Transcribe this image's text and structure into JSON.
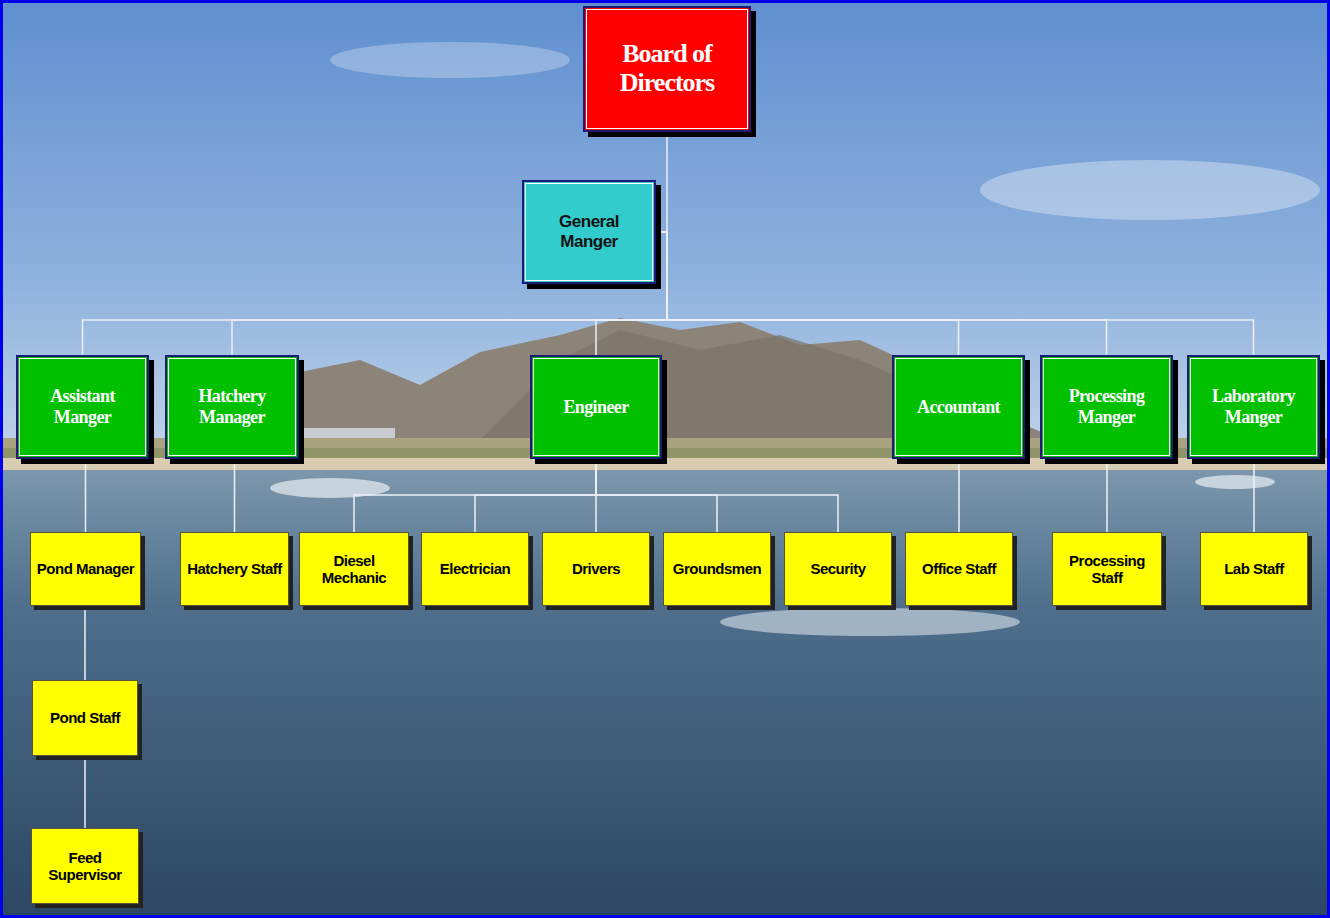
{
  "diagram": {
    "nodes": [
      {
        "text": [
          "Board of Directors"
        ]
      },
      {
        "text": [
          "General Manger"
        ]
      },
      {
        "text": [
          "Assistant Manger"
        ]
      },
      {
        "text": [
          "Hatchery Manager"
        ]
      },
      {
        "text": [
          "Engineer"
        ]
      },
      {
        "text": [
          "Accountant"
        ]
      },
      {
        "text": [
          "Processing Manger"
        ]
      },
      {
        "text": [
          "Laboratory Manger"
        ]
      },
      {
        "text": [
          "Pond Manager"
        ]
      },
      {
        "text": [
          "Hatchery Staff"
        ]
      },
      {
        "text": [
          "Diesel Mechanic"
        ]
      },
      {
        "text": [
          "Electrician"
        ]
      },
      {
        "text": [
          "Drivers"
        ]
      },
      {
        "text": [
          "Groundsmen"
        ]
      },
      {
        "text": [
          "Security"
        ]
      },
      {
        "text": [
          "Office Staff"
        ]
      },
      {
        "text": [
          "Processing Staff"
        ]
      },
      {
        "text": [
          "Lab Staff"
        ]
      },
      {
        "text": [
          "Pond Staff"
        ]
      },
      {
        "text": [
          "Feed Supervisor"
        ]
      }
    ],
    "edges": [
      {
        "from": 0,
        "to": 1,
        "arrow": "none"
      },
      {
        "from": 1,
        "to": 2,
        "arrow": "none"
      },
      {
        "from": 1,
        "to": 3,
        "arrow": "none"
      },
      {
        "from": 1,
        "to": 4,
        "arrow": "none"
      },
      {
        "from": 1,
        "to": 5,
        "arrow": "none"
      },
      {
        "from": 1,
        "to": 6,
        "arrow": "none"
      },
      {
        "from": 1,
        "to": 7,
        "arrow": "none"
      },
      {
        "from": 2,
        "to": 8,
        "arrow": "none"
      },
      {
        "from": 3,
        "to": 9,
        "arrow": "none"
      },
      {
        "from": 4,
        "to": 10,
        "arrow": "none"
      },
      {
        "from": 4,
        "to": 11,
        "arrow": "none"
      },
      {
        "from": 4,
        "to": 12,
        "arrow": "none"
      },
      {
        "from": 4,
        "to": 13,
        "arrow": "none"
      },
      {
        "from": 4,
        "to": 14,
        "arrow": "none"
      },
      {
        "from": 5,
        "to": 15,
        "arrow": "none"
      },
      {
        "from": 6,
        "to": 16,
        "arrow": "none"
      },
      {
        "from": 7,
        "to": 17,
        "arrow": "none"
      },
      {
        "from": 8,
        "to": 18,
        "arrow": "none"
      },
      {
        "from": 18,
        "to": 19,
        "arrow": "none"
      }
    ]
  }
}
